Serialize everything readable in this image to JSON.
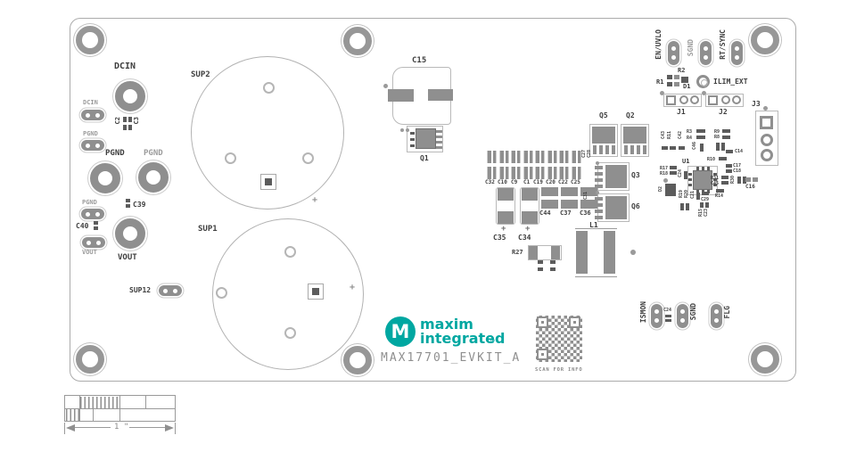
{
  "colors": {
    "teal": "#00a7a1",
    "pad": "#8f8f8f",
    "silk_dark": "#3e3e3e",
    "silk_gray": "#9c9c9c"
  },
  "left": {
    "dcin_big": "DCIN",
    "dcin_tp": "DCIN",
    "pgnd_tp_top": "PGND",
    "pgnd_big_left": "PGND",
    "pgnd_big_right": "PGND",
    "pgnd_tp_bot": "PGND",
    "c2": "C2",
    "c3": "C3",
    "c39": "C39",
    "c40": "C40",
    "vout_tp": "VOUT",
    "vout_big": "VOUT",
    "sup12": "SUP12"
  },
  "bulk": {
    "sup2": "SUP2",
    "sup1": "SUP1",
    "plus": "+"
  },
  "input_filter": {
    "c15": "C15",
    "q1": "Q1"
  },
  "cap_bank": {
    "labels": [
      "C32",
      "C10",
      "C9",
      "C1",
      "C19",
      "C20",
      "C22",
      "C25"
    ]
  },
  "mid_caps": {
    "c44": "C44",
    "c37": "C37",
    "c36": "C36",
    "c35": "C35",
    "c34": "C34",
    "r27": "R27",
    "l1": "L1"
  },
  "fets": {
    "q5": "Q5",
    "q2": "Q2",
    "q3": "Q3",
    "q6": "Q6",
    "c27": "C27",
    "c28": "C28",
    "c31": "C31"
  },
  "u1_area": {
    "u1": "U1",
    "c43": "C43",
    "r11": "R11",
    "c42": "C42",
    "r3": "R3",
    "r4": "R4",
    "c46": "C46",
    "r9": "R9",
    "r8": "R8",
    "c14": "C14",
    "r10": "R10",
    "r17": "R17",
    "r18": "R18",
    "c24": "C24",
    "d2": "D2",
    "r19": "R19",
    "r20": "R20",
    "c21": "C21",
    "c29": "C29",
    "r31": "R31",
    "c45": "C45",
    "r30": "R30",
    "r14": "R14",
    "r15": "R15",
    "c23": "C23",
    "c17": "C17",
    "c18": "C18",
    "c16": "C16"
  },
  "headers": {
    "j1": "J1",
    "j2": "J2",
    "j3": "J3"
  },
  "top_tp": {
    "en_uvlo": "EN/UVLO",
    "sgnd": "SGND",
    "rt_sync": "RT/SYNC",
    "r1": "R1",
    "r2": "R2",
    "d1": "D1",
    "ilim_ext": "ILIM_EXT"
  },
  "bottom_tp": {
    "ismon": "ISMON",
    "c24": "C24",
    "sgnd": "SGND",
    "flg": "FLG"
  },
  "branding": {
    "logo_m": "M",
    "maxim": "maxim",
    "integrated": "integrated",
    "tm": "™",
    "board_title": "MAX17701_EVKIT_A",
    "qr_caption": "SCAN FOR INFO"
  },
  "scale_bar": {
    "dimension": "1 \""
  }
}
